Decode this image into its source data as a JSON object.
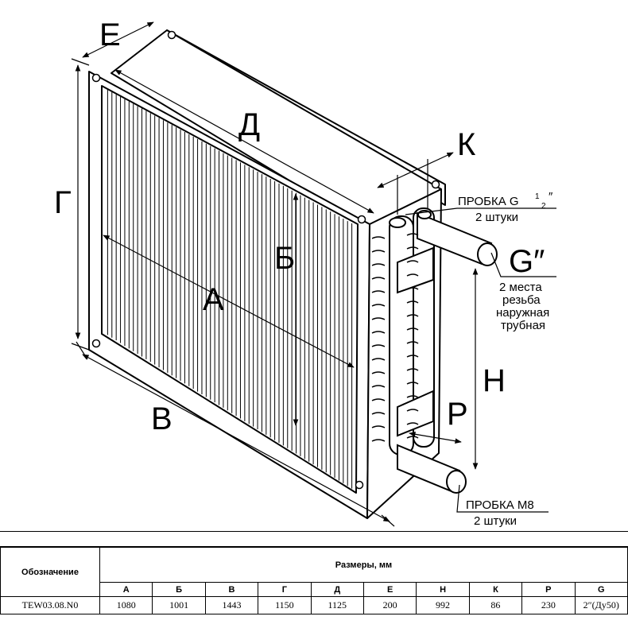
{
  "drawing": {
    "labels": {
      "E": "Е",
      "D": "Д",
      "G_vert": "Г",
      "K": "К",
      "B_fin": "Б",
      "A": "А",
      "V": "В",
      "H": "Н",
      "P": "Р",
      "G_thread": "G″"
    },
    "notes": {
      "plug_top_line1": "ПРОБКА G",
      "plug_top_frac_num": "1",
      "plug_top_frac_den": "2",
      "plug_top_mark": "″",
      "plug_top_line2": "2 штуки",
      "thread_line1": "2 места",
      "thread_line2": "резьба",
      "thread_line3": "наружная",
      "thread_line4": "трубная",
      "plug_bottom_line1": "ПРОБКА М8",
      "plug_bottom_line2": "2 штуки"
    }
  },
  "table": {
    "designation_header": "Обозначение",
    "sizes_header": "Размеры, мм",
    "columns": [
      "А",
      "Б",
      "В",
      "Г",
      "Д",
      "Е",
      "Н",
      "К",
      "Р",
      "G"
    ],
    "rows": [
      {
        "code": "TEW03.08.N0",
        "values": [
          "1080",
          "1001",
          "1443",
          "1150",
          "1125",
          "200",
          "992",
          "86",
          "230",
          "2″(Ду50)"
        ]
      }
    ]
  }
}
